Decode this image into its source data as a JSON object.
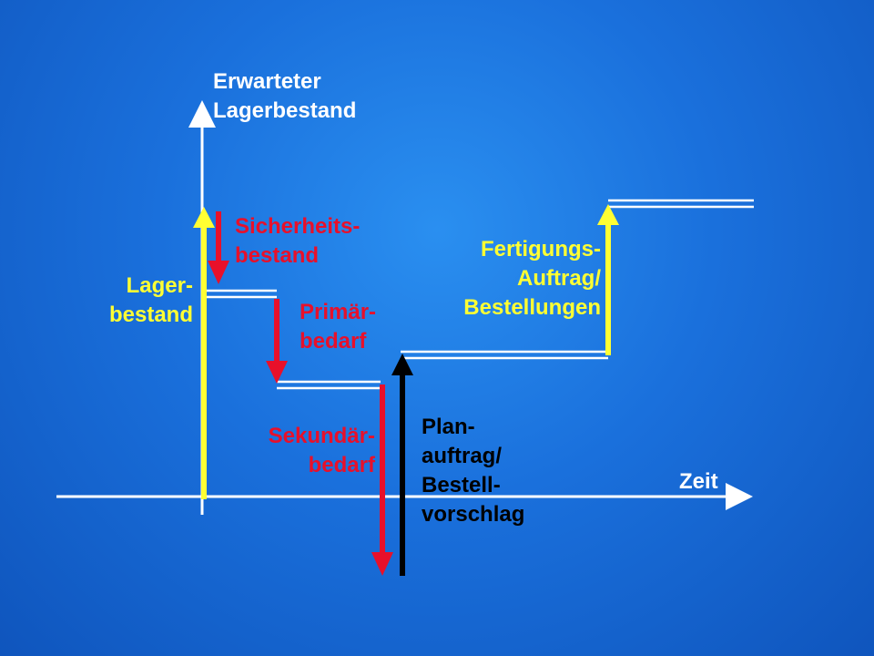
{
  "axes": {
    "y_label": [
      "Erwarteter",
      "Lagerbestand"
    ],
    "x_label": "Zeit"
  },
  "labels": {
    "lagerbestand": [
      "Lager-",
      "bestand"
    ],
    "sicherheitsbestand": [
      "Sicherheits-",
      "bestand"
    ],
    "primaerbedarf": [
      "Primär-",
      "bedarf"
    ],
    "sekundaerbedarf": [
      "Sekundär-",
      "bedarf"
    ],
    "planauftrag": [
      "Plan-",
      "auftrag/",
      "Bestell-",
      "vorschlag"
    ],
    "fertigungsauftrag": [
      "Fertigungs-",
      "Auftrag/",
      "Bestellungen"
    ]
  },
  "colors": {
    "background": "#1a70dc",
    "supply_arrow": "#ffff33",
    "demand_arrow": "#e8102a",
    "planned_order_arrow": "#000000",
    "axes": "#ffffff",
    "inventory_line": "#ffffff"
  }
}
